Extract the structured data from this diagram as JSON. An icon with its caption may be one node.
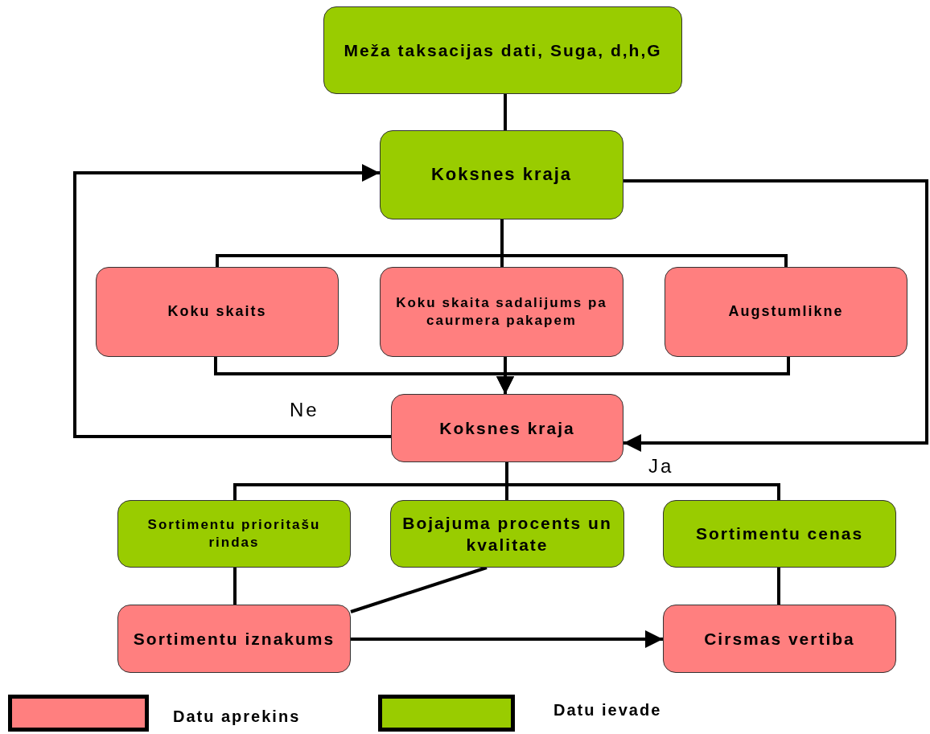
{
  "diagram": {
    "nodes": [
      {
        "text": [
          "Meža taksacijas dati, Suga, d,h,G"
        ]
      },
      {
        "text": [
          "Koksnes kraja"
        ]
      },
      {
        "text": [
          "Koku skaits"
        ]
      },
      {
        "text": [
          "Koku skaita sadalijums pa caurmera pakapem"
        ]
      },
      {
        "text": [
          "Augstumlikne"
        ]
      },
      {
        "text": [
          "Koksnes kraja"
        ]
      },
      {
        "text": [
          "Sortimentu prioritašu rindas"
        ]
      },
      {
        "text": [
          "Bojajuma procents un kvalitate"
        ]
      },
      {
        "text": [
          "Sortimentu cenas"
        ]
      },
      {
        "text": [
          "Sortimentu iznakums"
        ]
      },
      {
        "text": [
          "Cirsmas vertiba"
        ]
      }
    ],
    "edges": [
      {
        "from": 0,
        "to": 1,
        "arrow": "none"
      },
      {
        "from": 1,
        "to": 2,
        "arrow": "none"
      },
      {
        "from": 1,
        "to": 3,
        "arrow": "none"
      },
      {
        "from": 1,
        "to": 4,
        "arrow": "none"
      },
      {
        "from": 2,
        "to": 5,
        "arrow": "to"
      },
      {
        "from": 3,
        "to": 5,
        "arrow": "to"
      },
      {
        "from": 4,
        "to": 5,
        "arrow": "to"
      },
      {
        "from": 5,
        "to": 1,
        "arrow": "to",
        "label": "Ne"
      },
      {
        "from": 1,
        "to": 5,
        "arrow": "to",
        "label": "Ja"
      },
      {
        "from": 5,
        "to": 6,
        "arrow": "none"
      },
      {
        "from": 5,
        "to": 7,
        "arrow": "none"
      },
      {
        "from": 5,
        "to": 8,
        "arrow": "none"
      },
      {
        "from": 6,
        "to": 9,
        "arrow": "none"
      },
      {
        "from": 7,
        "to": 9,
        "arrow": "none"
      },
      {
        "from": 8,
        "to": 10,
        "arrow": "none"
      },
      {
        "from": 9,
        "to": 10,
        "arrow": "to"
      }
    ],
    "legend": [
      {
        "text": "Datu aprekins",
        "color": "#ff7f7f"
      },
      {
        "text": "Datu ievade",
        "color": "#99cc00"
      }
    ]
  }
}
